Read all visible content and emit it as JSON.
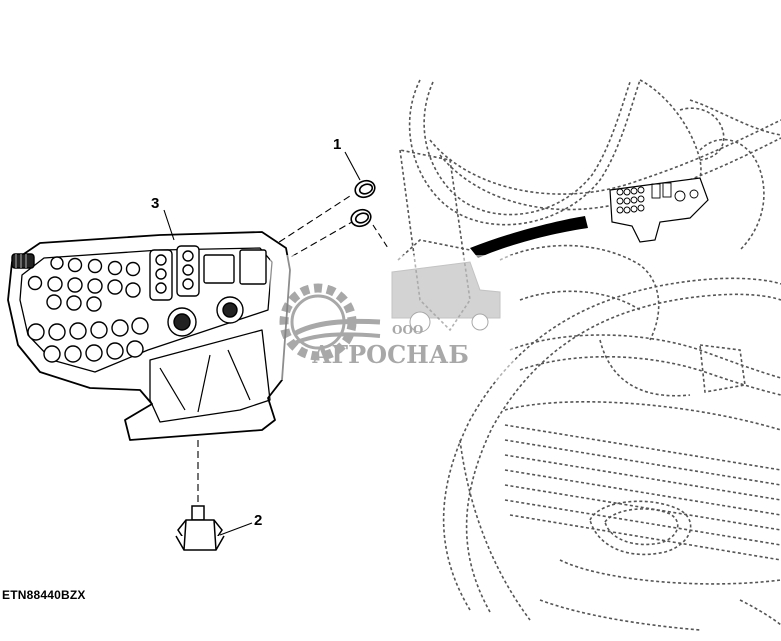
{
  "figure": {
    "code": "ETN88440BZX",
    "callouts": [
      {
        "id": "1",
        "label": "1"
      },
      {
        "id": "2",
        "label": "2"
      },
      {
        "id": "3",
        "label": "3"
      }
    ]
  },
  "watermark": {
    "prefix": "ООО",
    "brand": "АГРОСНАБ",
    "color": "#9a9a9a"
  },
  "colors": {
    "line": "#000000",
    "dashed": "#555555",
    "background": "#ffffff"
  }
}
